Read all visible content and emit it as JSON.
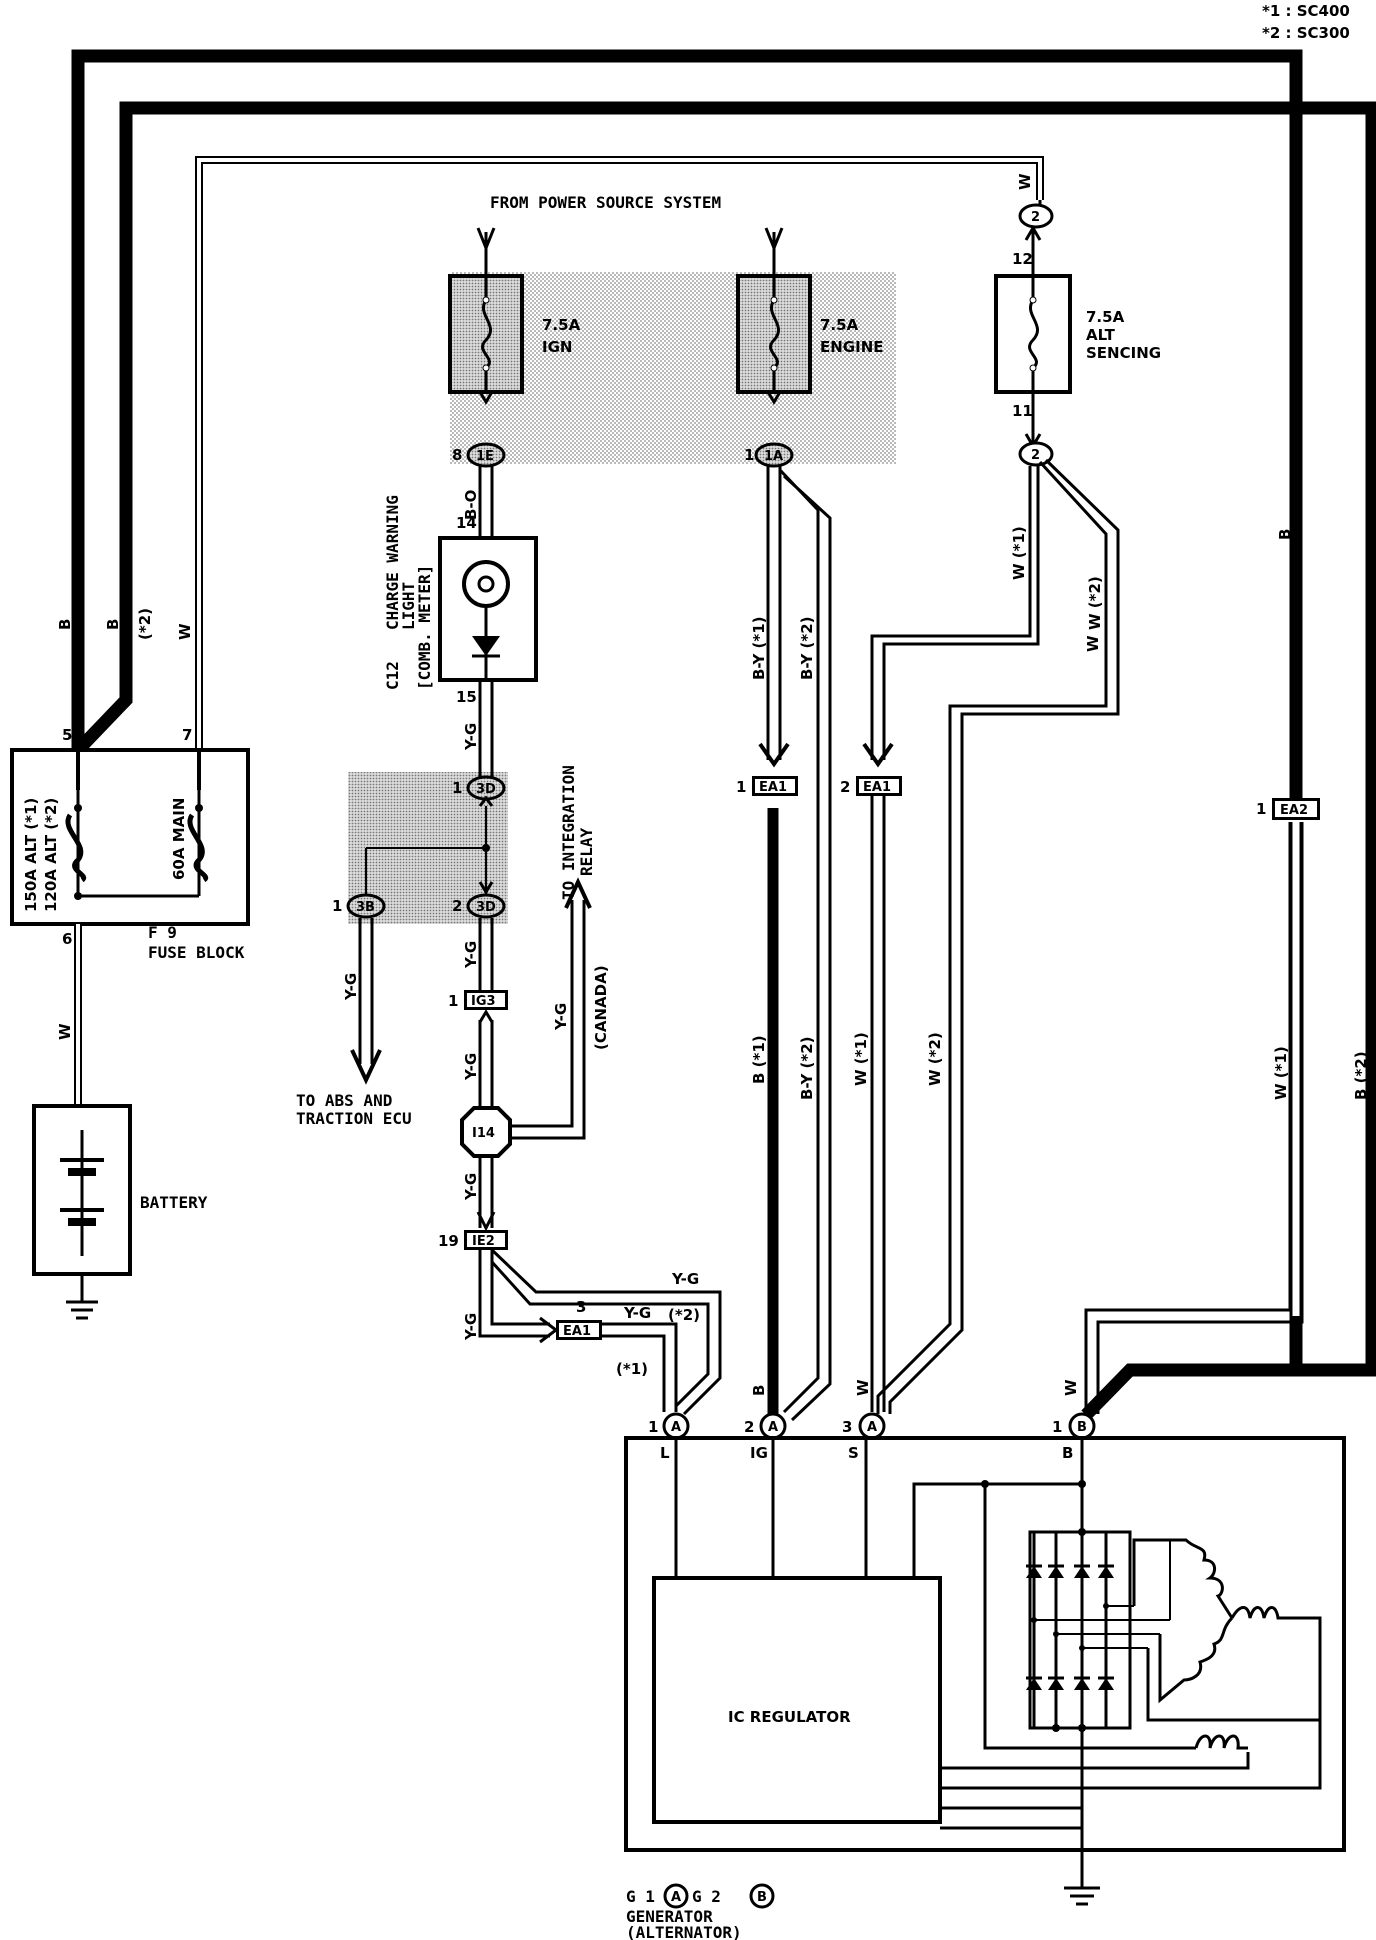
{
  "models": {
    "note1": "*1 : SC400",
    "note2": "*2 : SC300"
  },
  "power": {
    "from": "FROM POWER SOURCE SYSTEM",
    "fuse_ign_rating": "7.5A",
    "fuse_ign_name": "IGN",
    "fuse_engine_rating": "7.5A",
    "fuse_engine_name": "ENGINE",
    "fuse_alt_rating": "7.5A",
    "fuse_alt_name1": "ALT",
    "fuse_alt_name2": "SENCING"
  },
  "fuse_block": {
    "id": "F 9",
    "name": "FUSE BLOCK",
    "alt_line1": "150A ALT (*1)",
    "alt_line2": "120A ALT (*2)",
    "main": "60A MAIN",
    "pin5": "5",
    "pin7": "7",
    "pin6": "6"
  },
  "battery": {
    "label": "BATTERY"
  },
  "meter": {
    "id": "C12",
    "line1": "CHARGE WARNING",
    "line2": "LIGHT",
    "line3": "[COMB. METER]",
    "pin14": "14",
    "pin15": "15"
  },
  "connectors": {
    "c1E": "1E",
    "c1E_pin": "8",
    "c1A": "1A",
    "c1A_pin": "1",
    "c2top": "2",
    "c2top_pin": "12",
    "c2bot": "2",
    "c2bot_pin": "11",
    "c3D1": "3D",
    "c3D1_pin": "1",
    "c3D2": "3D",
    "c3D2_pin": "2",
    "c3B": "3B",
    "c3B_pin": "1",
    "cIG3": "IG3",
    "cIG3_pin": "1",
    "cI14": "I14",
    "cIE2": "IE2",
    "cIE2_pin": "19",
    "cEA1a": "EA1",
    "cEA1a_pin": "1",
    "cEA1b": "EA1",
    "cEA1b_pin": "2",
    "cEA1c": "EA1",
    "cEA1c_pin": "3",
    "cEA2": "EA2",
    "cEA2_pin": "1"
  },
  "destinations": {
    "abs1": "TO ABS AND",
    "abs2": "TRACTION ECU",
    "integ1": "TO INTEGRATION",
    "integ2": "RELAY",
    "canada": "(CANADA)"
  },
  "wires": {
    "B": "B",
    "B_s2": "B",
    "s2": "(*2)",
    "W": "W",
    "BO": "B-O",
    "YG": "Y-G",
    "BY1": "B-Y (*1)",
    "BY2": "B-Y (*2)",
    "W1": "W (*1)",
    "W2": "W (*2)",
    "B1": "B (*1)",
    "B2": "B (*2)",
    "s1": "(*1)"
  },
  "generator": {
    "id": "G 1",
    "id2": "G 2",
    "circA": "A",
    "circB": "B",
    "name1": "GENERATOR",
    "name2": "(ALTERNATOR)",
    "regulator": "IC REGULATOR",
    "term_L": "L",
    "term_IG": "IG",
    "term_S": "S",
    "term_B": "B",
    "pin1": "1",
    "pin2": "2",
    "pin3": "3",
    "pinB1": "1",
    "conA": "A",
    "conB": "B"
  }
}
